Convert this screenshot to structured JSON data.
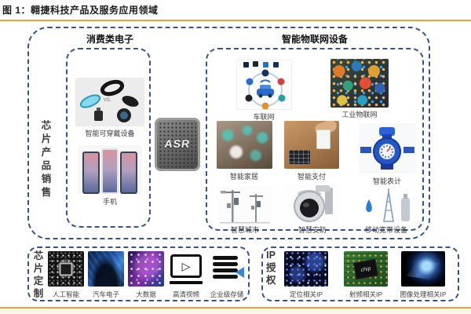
{
  "report": {
    "figure_label": "图 1：翱捷科技产品及服务应用领域"
  },
  "colors": {
    "rule_orange": "#E9A13B",
    "dash_blue": "#35538F",
    "asr_chip_body": "#5a5a5a"
  },
  "diagram": {
    "chip_sales_label": "芯片产品销售",
    "consumer": {
      "title": "消费类电子",
      "wearables_label": "智能可穿戴设备",
      "wearables_vs": "VS.",
      "phone_label": "手机"
    },
    "asr_chip_text": "ASR",
    "iot": {
      "title": "智能物联网设备",
      "items": [
        {
          "label": "车联网"
        },
        {
          "label": "工业物联网"
        },
        {
          "label": "智能家居"
        },
        {
          "label": "智能支付"
        },
        {
          "label": "智能表计"
        },
        {
          "label": "智慧城市"
        },
        {
          "label": "智慧安防"
        },
        {
          "label": "移动宽带设备"
        }
      ]
    },
    "chip_custom": {
      "title": "芯片定制",
      "items": [
        {
          "label": "人工智能"
        },
        {
          "label": "汽车电子"
        },
        {
          "label": "大数据"
        },
        {
          "label": "高清视频"
        },
        {
          "label": "企业级存储"
        }
      ]
    },
    "ip_licensing": {
      "title": "IP授权",
      "items": [
        {
          "label": "定位相关IP"
        },
        {
          "label": "射频相关IP",
          "chip_text": "chip"
        },
        {
          "label": "图像处理相关IP"
        }
      ]
    }
  }
}
